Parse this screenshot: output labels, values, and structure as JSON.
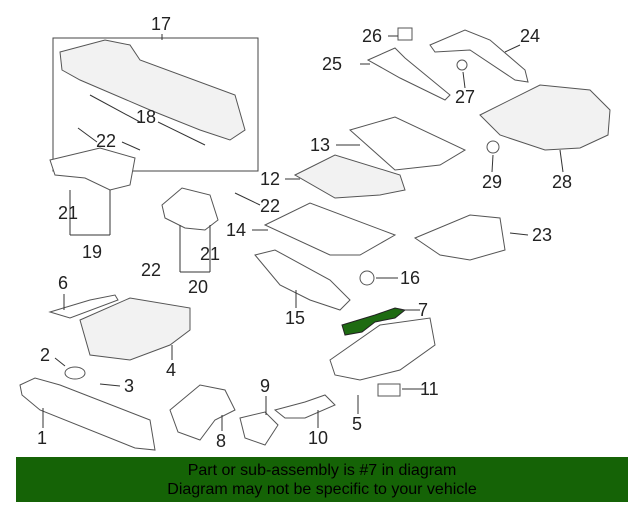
{
  "diagram": {
    "callouts": [
      "17",
      "18",
      "22",
      "21",
      "19",
      "22",
      "21",
      "20",
      "22",
      "26",
      "25",
      "24",
      "27",
      "13",
      "12",
      "14",
      "29",
      "28",
      "23",
      "16",
      "15",
      "7",
      "6",
      "2",
      "3",
      "4",
      "11",
      "9",
      "5",
      "10",
      "8",
      "1"
    ],
    "highlighted_part": "7",
    "highlight_color": "#1e6b12"
  },
  "banner": {
    "line1": "Part or sub-assembly is #7 in diagram",
    "line2": "Diagram may not be specific to your vehicle",
    "color": "#156306"
  }
}
